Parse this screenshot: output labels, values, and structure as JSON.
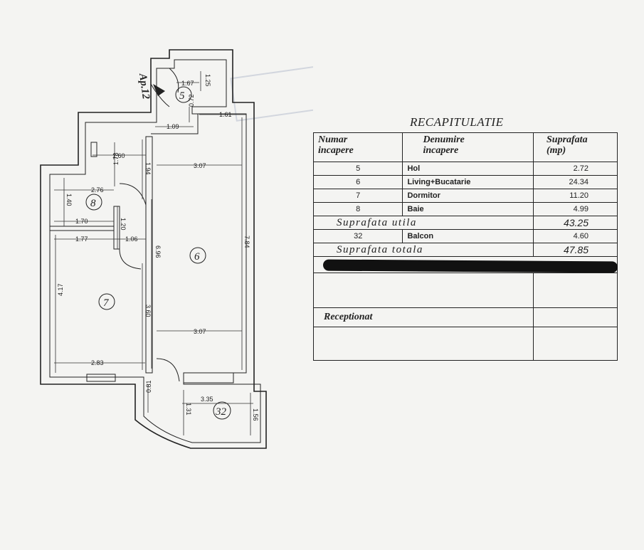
{
  "plan": {
    "apartment_label": "Ap.12",
    "rooms": {
      "hol": "5",
      "living": "6",
      "dormitor": "7",
      "baie": "8",
      "balcon": "32"
    },
    "dimensions": {
      "hol_w": "1.67",
      "hol_h": "1.25",
      "hol_step": "0.72",
      "entry_w": "1.09",
      "living_top": "1.61",
      "living_w_top": "3.07",
      "living_h": "7.84",
      "living_mid_h": "6.96",
      "living_w_bottom": "3.07",
      "baie_top_w": "1.60",
      "baie_h_upper": "1.78",
      "baie_h_side": "1.94",
      "baie_w": "2.76",
      "baie_h": "1.40",
      "baie_bottom_w": "1.70",
      "corridor_h": "1.20",
      "dormitor_top_w": "1.77",
      "corridor_w": "1.06",
      "dormitor_h": "4.17",
      "dormitor_side": "3.60",
      "dormitor_w": "2.83",
      "balcon_step": "0.81",
      "balcon_h": "1.31",
      "balcon_w": "3.35",
      "balcon_side": "1.56"
    }
  },
  "recap": {
    "title": "RECAPITULATIE",
    "header": {
      "col1": [
        "Numar",
        "incapere"
      ],
      "col2": [
        "Denumire",
        "incapere"
      ],
      "col3": [
        "Suprafata",
        "(mp)"
      ]
    },
    "rows": [
      {
        "nr": "5",
        "name": "Hol",
        "area": "2.72"
      },
      {
        "nr": "6",
        "name": "Living+Bucatarie",
        "area": "24.34"
      },
      {
        "nr": "7",
        "name": "Dormitor",
        "area": "11.20"
      },
      {
        "nr": "8",
        "name": "Baie",
        "area": "4.99"
      }
    ],
    "util_label": "Suprafata utila",
    "util_value": "43.25",
    "balcon": {
      "nr": "32",
      "name": "Balcon",
      "area": "4.60"
    },
    "total_label": "Suprafata totala",
    "total_value": "47.85",
    "receptionat_label": "Receptionat"
  }
}
